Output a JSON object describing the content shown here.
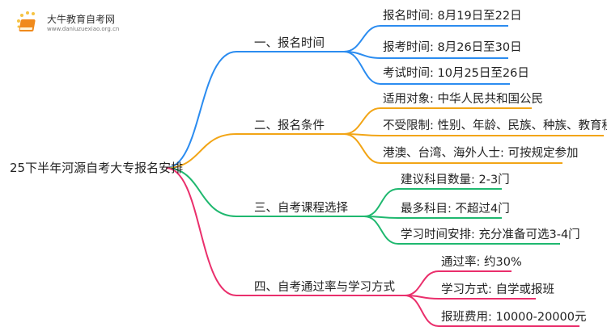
{
  "logo": {
    "name": "大牛教育自考网",
    "url": "www.daniuzuexiao.org.cn"
  },
  "root": "25下半年河源自考大专报名安排",
  "colors": {
    "b1": "#2b8cf0",
    "b2": "#f2a516",
    "b3": "#1fb86f",
    "b4": "#ea2f6c"
  },
  "branches": [
    {
      "label": "一、报名时间",
      "leaves": [
        "报名时间: 8月19日至22日",
        "报考时间: 8月26日至30日",
        "考试时间: 10月25日至26日"
      ]
    },
    {
      "label": "二、报名条件",
      "leaves": [
        "适用对象: 中华人民共和国公民",
        "不受限制: 性别、年龄、民族、种族、教育程度",
        "港澳、台湾、海外人士: 可按规定参加"
      ]
    },
    {
      "label": "三、自考课程选择",
      "leaves": [
        "建议科目数量: 2-3门",
        "最多科目: 不超过4门",
        "学习时间安排: 充分准备可选3-4门"
      ]
    },
    {
      "label": "四、自考通过率与学习方式",
      "leaves": [
        "通过率: 约30%",
        "学习方式: 自学或报班",
        "报班费用: 10000-20000元"
      ]
    }
  ]
}
